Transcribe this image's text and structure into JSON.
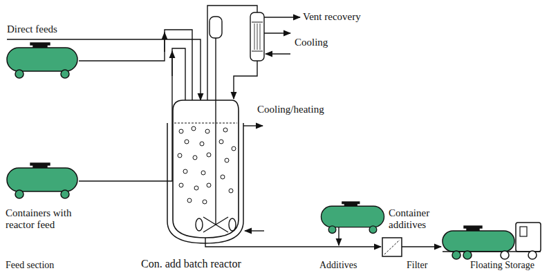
{
  "diagram": {
    "labels": [
      "Direct feeds",
      "Vent recovery",
      "Cooling",
      "Cooling/heating",
      "Container additives",
      "Containers with reactor feed",
      "Feed section",
      "Con. add batch reactor",
      "Additives",
      "Filter",
      "Floating Storage"
    ]
  }
}
